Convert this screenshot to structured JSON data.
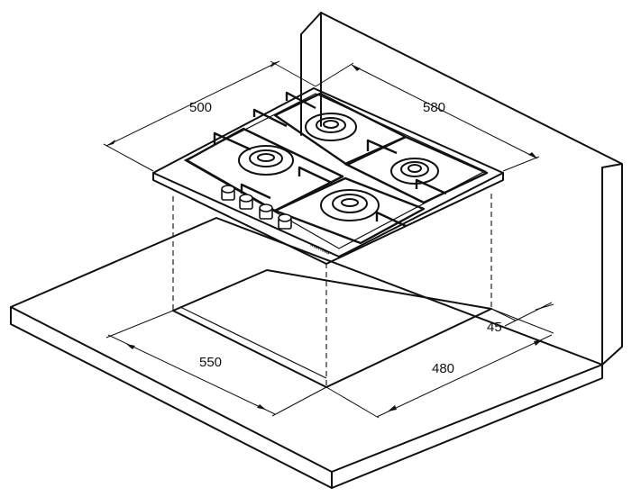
{
  "dimensions": {
    "width_500": "500",
    "depth_580": "580",
    "cutout_550": "550",
    "cutout_480": "480",
    "offset_45": "45"
  },
  "hob": {
    "burners": 4,
    "knobs": 4,
    "brand_mark": "KORTING"
  }
}
